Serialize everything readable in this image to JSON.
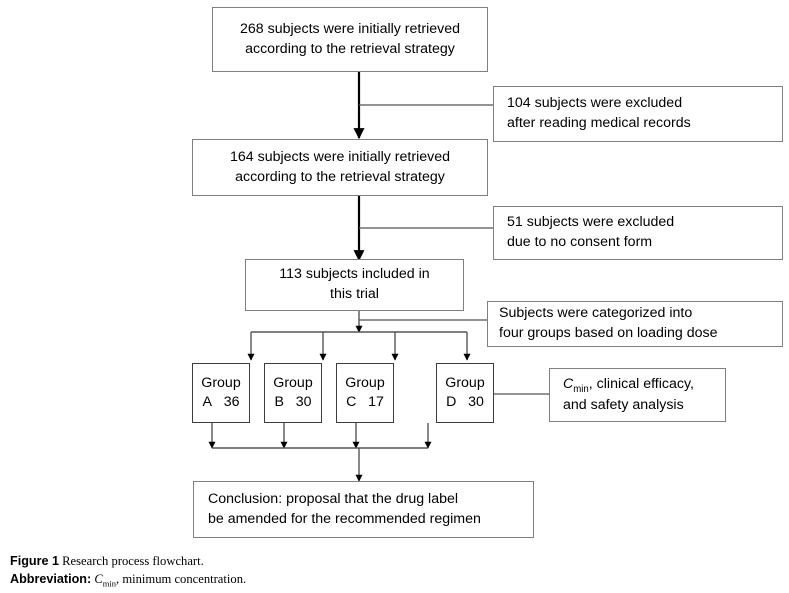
{
  "figure": {
    "caption_label": "Figure 1",
    "caption_text": " Research process flowchart.",
    "abbrev_label": "Abbreviation:",
    "abbrev_symbol": "C",
    "abbrev_sub": "min",
    "abbrev_text": ", minimum concentration."
  },
  "colors": {
    "box_border": "#808080",
    "group_border": "#3c3c3c",
    "line": "#000000",
    "background": "#ffffff",
    "text": "#000000"
  },
  "flow": {
    "boxes": [
      {
        "id": "retrieved-268",
        "text": "268 subjects were initially retrieved\naccording to the retrieval strategy"
      },
      {
        "id": "excluded-104",
        "text": "104 subjects were excluded\nafter reading medical records"
      },
      {
        "id": "retrieved-164",
        "text": "164 subjects were initially retrieved\naccording to the retrieval strategy"
      },
      {
        "id": "excluded-51",
        "text": "51 subjects were excluded\ndue to no consent form"
      },
      {
        "id": "included-113",
        "text": "113 subjects included in\nthis trial"
      },
      {
        "id": "categorized",
        "text": "Subjects were categorized into\nfour groups based on loading dose"
      },
      {
        "id": "conclusion",
        "text": "Conclusion: proposal that the drug label\nbe amended for the recommended regimen"
      }
    ],
    "groups": [
      {
        "id": "group-a",
        "title": "Group",
        "letter": "A",
        "count": "36"
      },
      {
        "id": "group-b",
        "title": "Group",
        "letter": "B",
        "count": "30"
      },
      {
        "id": "group-c",
        "title": "Group",
        "letter": "C",
        "count": "17"
      },
      {
        "id": "group-d",
        "title": "Group",
        "letter": "D",
        "count": "30"
      }
    ],
    "analysis": {
      "id": "analysis-box",
      "symbol": "C",
      "sub": "min",
      "text_after": ", clinical efficacy,",
      "line2": "and safety analysis"
    }
  },
  "chart_data": {
    "type": "flowchart",
    "title": "Research process flowchart",
    "nodes": [
      {
        "id": "n1",
        "label": "268 subjects were initially retrieved according to the retrieval strategy",
        "value": 268
      },
      {
        "id": "n2",
        "label": "104 subjects were excluded after reading medical records",
        "value": 104
      },
      {
        "id": "n3",
        "label": "164 subjects were initially retrieved according to the retrieval strategy",
        "value": 164
      },
      {
        "id": "n4",
        "label": "51 subjects were excluded due to no consent form",
        "value": 51
      },
      {
        "id": "n5",
        "label": "113 subjects included in this trial",
        "value": 113
      },
      {
        "id": "n6",
        "label": "Subjects were categorized into four groups based on loading dose",
        "value": null
      },
      {
        "id": "gA",
        "label": "Group A",
        "value": 36
      },
      {
        "id": "gB",
        "label": "Group B",
        "value": 30
      },
      {
        "id": "gC",
        "label": "Group C",
        "value": 17
      },
      {
        "id": "gD",
        "label": "Group D",
        "value": 30
      },
      {
        "id": "n7",
        "label": "Cmin, clinical efficacy, and safety analysis",
        "value": null
      },
      {
        "id": "n8",
        "label": "Conclusion: proposal that the drug label be amended for the recommended regimen",
        "value": null
      }
    ],
    "edges": [
      {
        "from": "n1",
        "to": "n3",
        "type": "arrow"
      },
      {
        "from": "n1",
        "to": "n2",
        "type": "line"
      },
      {
        "from": "n3",
        "to": "n5",
        "type": "arrow"
      },
      {
        "from": "n3",
        "to": "n4",
        "type": "line"
      },
      {
        "from": "n5",
        "to": "n6",
        "type": "line"
      },
      {
        "from": "n5",
        "to": "gA",
        "type": "arrow"
      },
      {
        "from": "n5",
        "to": "gB",
        "type": "arrow"
      },
      {
        "from": "n5",
        "to": "gC",
        "type": "arrow"
      },
      {
        "from": "n5",
        "to": "gD",
        "type": "arrow"
      },
      {
        "from": "gD",
        "to": "n7",
        "type": "line"
      },
      {
        "from": "gA",
        "to": "n8",
        "type": "arrow"
      },
      {
        "from": "gB",
        "to": "n8",
        "type": "arrow"
      },
      {
        "from": "gC",
        "to": "n8",
        "type": "arrow"
      },
      {
        "from": "gD",
        "to": "n8",
        "type": "arrow"
      }
    ]
  }
}
